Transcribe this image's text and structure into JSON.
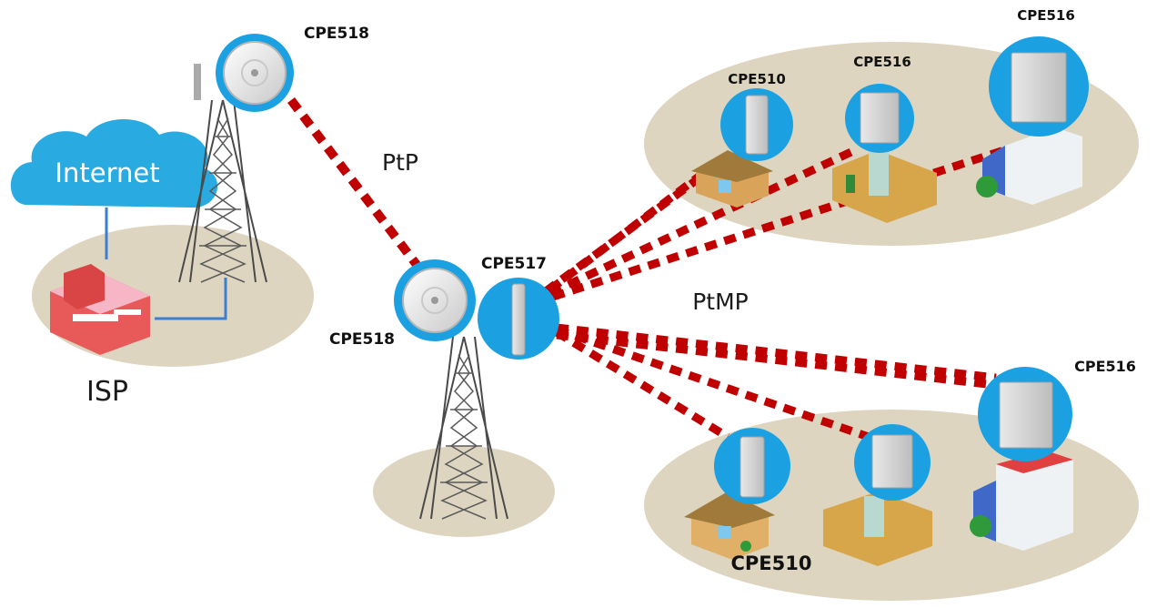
{
  "labels": {
    "internet": "Internet",
    "isp": "ISP",
    "ptp": "PtP",
    "ptmp": "PtMP",
    "cpe518_top": "CPE518",
    "cpe518_mid": "CPE518",
    "cpe517": "CPE517",
    "cpe510_upper": "CPE510",
    "cpe516_upper_mid": "CPE516",
    "cpe516_upper_right": "CPE516",
    "cpe516_lower_right": "CPE516",
    "cpe510_lower": "CPE510"
  },
  "colors": {
    "link": "#c00000",
    "device_circle": "#1ba1e2",
    "cloud": "#29abe2",
    "ground": "#ddd5c0"
  },
  "icons": [
    "cloud-icon",
    "tower-icon",
    "dish-antenna-icon",
    "panel-antenna-icon",
    "house-icon",
    "building-icon",
    "isp-building-icon"
  ]
}
